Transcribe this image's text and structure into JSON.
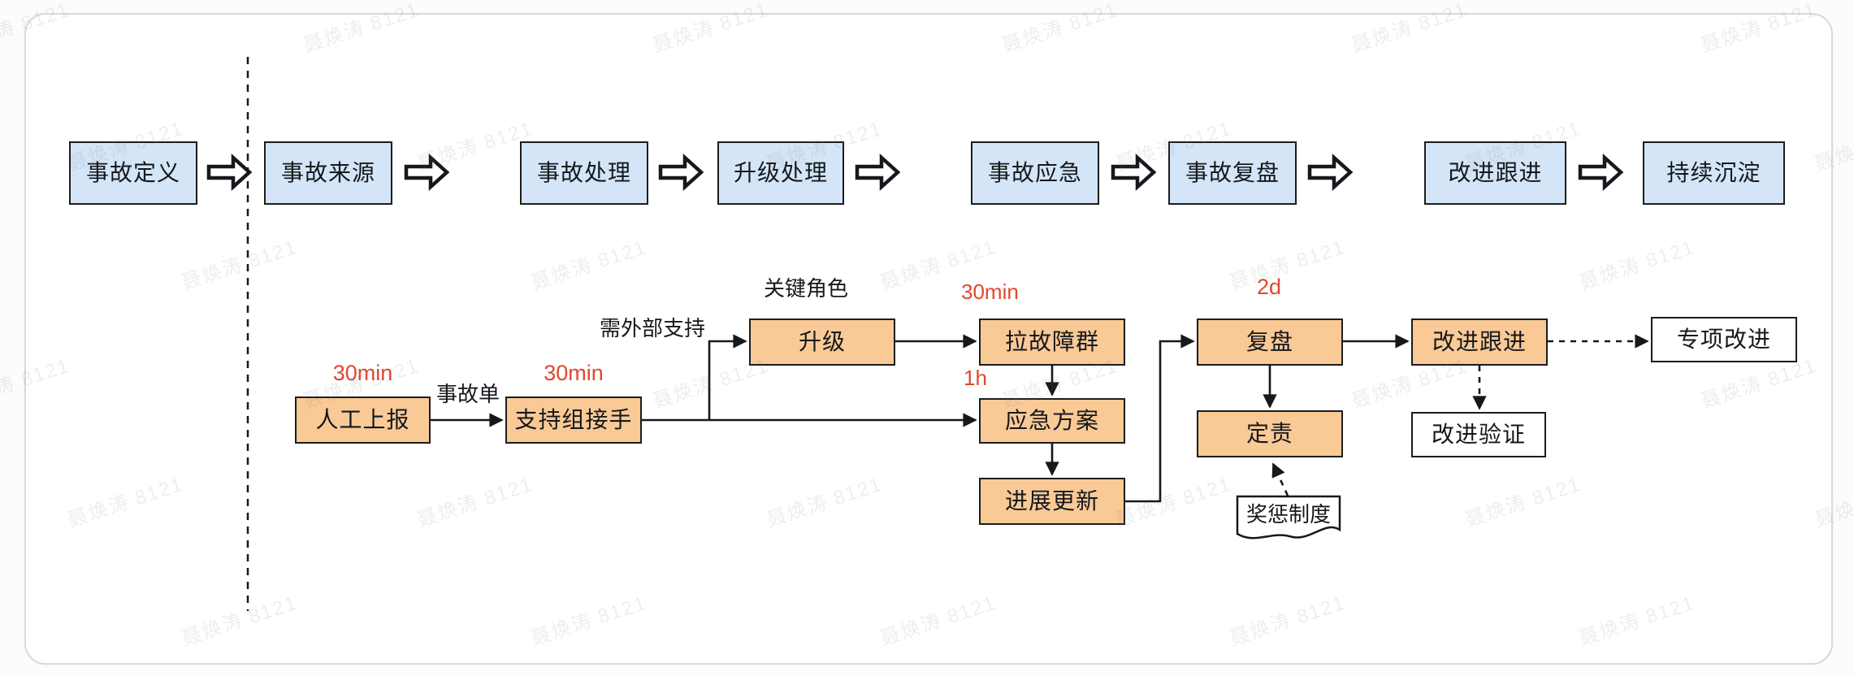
{
  "watermark": {
    "text": "聂焕涛 8121"
  },
  "colors": {
    "stage_fill": "#d4e5f8",
    "task_fill": "#f9c996",
    "annotation_red": "#e0482f"
  },
  "top_flow": {
    "stages": [
      {
        "label": "事故定义"
      },
      {
        "label": "事故来源"
      },
      {
        "label": "事故处理"
      },
      {
        "label": "升级处理"
      },
      {
        "label": "事故应急"
      },
      {
        "label": "事故复盘"
      },
      {
        "label": "改进跟进"
      },
      {
        "label": "持续沉淀"
      }
    ]
  },
  "flowchart": {
    "nodes": {
      "manual_report": {
        "label": "人工上报",
        "sla": "30min"
      },
      "support_takeover": {
        "label": "支持组接手",
        "sla": "30min"
      },
      "escalate": {
        "label": "升级",
        "note": "关键角色"
      },
      "create_incident_group": {
        "label": "拉故障群",
        "sla": "30min"
      },
      "emergency_plan": {
        "label": "应急方案",
        "sla": "1h"
      },
      "progress_update": {
        "label": "进展更新"
      },
      "review": {
        "label": "复盘",
        "sla": "2d"
      },
      "assign_responsibility": {
        "label": "定责"
      },
      "improvement_followup": {
        "label": "改进跟进"
      },
      "special_improvement": {
        "label": "专项改进"
      },
      "improvement_verification": {
        "label": "改进验证"
      },
      "reward_punishment_policy": {
        "label": "奖惩制度"
      }
    },
    "edge_labels": {
      "incident_ticket": "事故单",
      "need_external_support": "需外部支持"
    }
  }
}
